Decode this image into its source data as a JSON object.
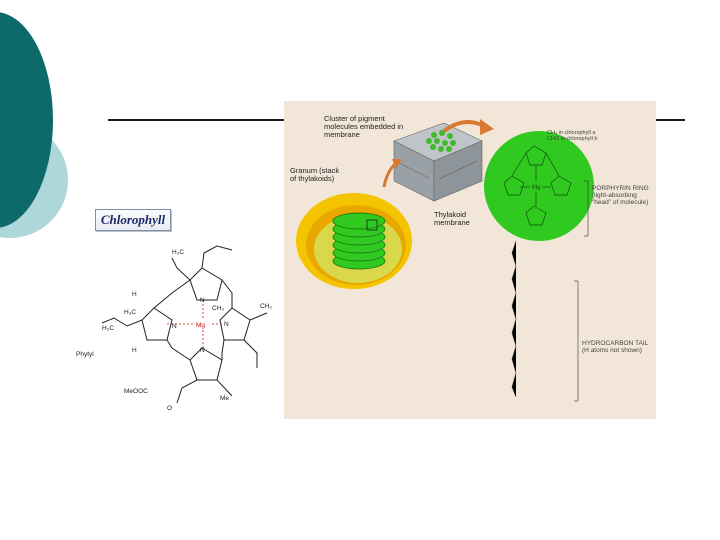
{
  "slide": {
    "label": "Chlorophyll"
  },
  "left_molecule": {
    "atoms": {
      "r1": "H₃C",
      "r2": "H",
      "r3": "H₃C",
      "r4": "H₃C",
      "r5": "H",
      "mg": "Mg",
      "n1": "N",
      "n2": "N",
      "n3": "N",
      "n4": "N",
      "ch3": "CH₃",
      "ester": "Phytyl",
      "meo": "MeOOC",
      "me": "Me",
      "o": "O",
      "ch2": "CH₂"
    }
  },
  "figure": {
    "cluster": "Cluster of pigment molecules embedded in membrane",
    "granum": "Granum (stack of thylakoids)",
    "thylakoid": "Thylakoid membrane",
    "chlorophyll_variant": "CH₃ in chlorophyll a\nCHO in chlorophyll b",
    "porphyrin": "PORPHYRIN RING (light-absorbing \"head\" of molecule)",
    "tail": "HYDROCARBON TAIL (H atoms not shown)",
    "colors": {
      "green": "#2fc91f",
      "chloroplast_outer": "#f5c400",
      "membrane_head": "#9aa1a6",
      "arrow": "#d87a34"
    }
  }
}
